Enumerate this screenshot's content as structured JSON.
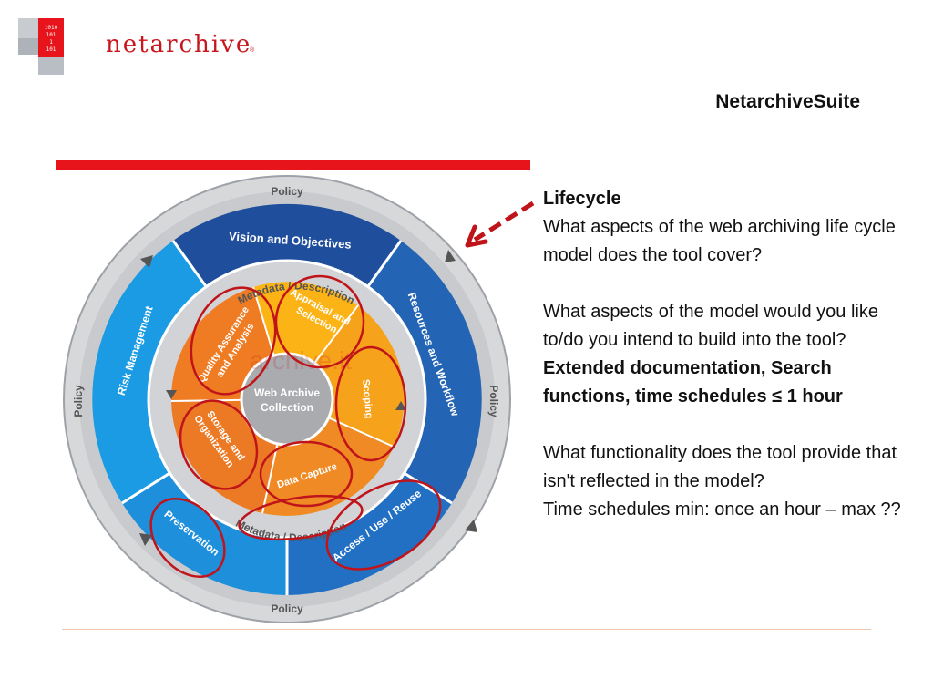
{
  "logo": {
    "name": "netarchive",
    "mark": "®"
  },
  "slide_title": "NetarchiveSuite",
  "diagram": {
    "outer_labels": {
      "top": "Policy",
      "bottom": "Policy",
      "left": "Policy",
      "right": "Policy"
    },
    "ring_segments": {
      "vision": "Vision and Objectives",
      "resources": "Resources and Workflow",
      "access": "Access / Use / Reuse",
      "preservation": "Preservation",
      "risk": "Risk Management"
    },
    "metadata_top": "Metadata / Description",
    "metadata_bottom": "Metadata / Description",
    "inner_segments": {
      "appraisal_1": "Appraisal and",
      "appraisal_2": "Selection",
      "scoping": "Scoping",
      "capture": "Data Capture",
      "storage_1": "Storage and",
      "storage_2": "Organization",
      "quality_1": "Quality Assurance",
      "quality_2": "and Analysis"
    },
    "center_1": "Web Archive",
    "center_2": "Collection",
    "watermark": "archive.it",
    "colors": {
      "dark_blue": "#1f4e9c",
      "mid_blue": "#2170c4",
      "light_blue": "#1d8fdb",
      "orange": "#f08a24",
      "yellow": "#fbb316",
      "annotation_red": "#c0141b"
    }
  },
  "content": {
    "heading": "Lifecycle",
    "q1": "What aspects of the web archiving life cycle model does the tool cover?",
    "q2": "What aspects of the model would you like to/do you intend to build into the tool?",
    "a2": "Extended documentation, Search functions, time schedules ≤ 1 hour",
    "q3": "What functionality does the tool provide that isn't reflected in the model?",
    "a3": "Time schedules min: once an hour – max ??"
  }
}
